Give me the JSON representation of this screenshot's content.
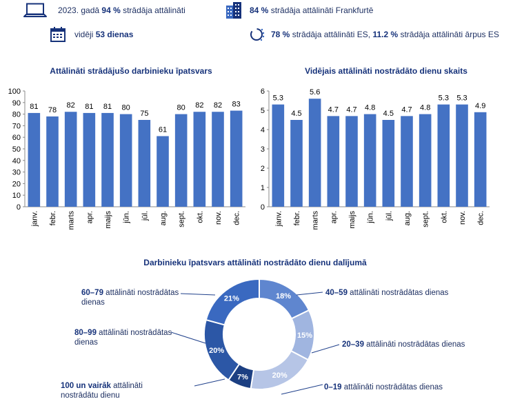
{
  "stats": {
    "remote_2023": {
      "pre": "2023. gadā ",
      "value": "94 %",
      "post": "  strādāja attālināti"
    },
    "frankfurt": {
      "value": "84 %",
      "post": "  strādāja attālināti Frankfurtē"
    },
    "average_days": {
      "pre": "vidēji ",
      "value": "53 dienas"
    },
    "eu": {
      "value1": "78 %",
      "mid": "  strādāja attālināti ES, ",
      "value2": "11.2 %",
      "post": "  strādāja attālināti ārpus ES"
    }
  },
  "icons": {
    "laptop": "laptop-icon",
    "building": "building-icon",
    "calendar": "calendar-icon",
    "globe": "eu-globe-icon"
  },
  "colors": {
    "bar": "#4472c4",
    "title": "#16327a"
  },
  "chart_data": [
    {
      "type": "bar",
      "title": "Attālināti strādājušo darbinieku īpatsvars",
      "categories": [
        "janv.",
        "febr.",
        "marts",
        "apr.",
        "maijs",
        "jūn.",
        "jūl.",
        "aug.",
        "sept.",
        "okt.",
        "nov.",
        "dec."
      ],
      "values": [
        81,
        78,
        82,
        81,
        81,
        80,
        75,
        61,
        80,
        82,
        82,
        83
      ],
      "data_labels": [
        "81",
        "78",
        "82",
        "81",
        "81",
        "80",
        "75",
        "61",
        "80",
        "82",
        "82",
        "83"
      ],
      "ylim": [
        0,
        100
      ],
      "yticks": [
        "0",
        "10",
        "20",
        "30",
        "40",
        "50",
        "60",
        "70",
        "80",
        "90",
        "100"
      ],
      "grid": false
    },
    {
      "type": "bar",
      "title": "Vidējais attālināti nostrādāto dienu skaits",
      "categories": [
        "janv.",
        "febr.",
        "marts",
        "apr.",
        "maijs",
        "jūn.",
        "jūl.",
        "aug.",
        "sept.",
        "okt.",
        "nov.",
        "dec."
      ],
      "values": [
        5.3,
        4.5,
        5.6,
        4.7,
        4.7,
        4.8,
        4.5,
        4.7,
        4.8,
        5.3,
        5.3,
        4.9
      ],
      "data_labels": [
        "5.3",
        "4.5",
        "5.6",
        "4.7",
        "4.7",
        "4.8",
        "4.5",
        "4.7",
        "4.8",
        "5.3",
        "5.3",
        "4.9"
      ],
      "ylim": [
        0,
        6
      ],
      "yticks": [
        "0",
        "1",
        "2",
        "3",
        "4",
        "5",
        "6"
      ],
      "grid": false
    },
    {
      "type": "pie",
      "donut": true,
      "title": "Darbinieku īpatsvars attālināti nostrādāto dienu dalījumā",
      "slices": [
        {
          "range": "0–19",
          "label": " attālināti nostrādātas dienas",
          "value": 20,
          "value_label": "20%",
          "color": "#b6c5e6"
        },
        {
          "range": "20–39",
          "label": " attālināti nostrādātas dienas",
          "value": 15,
          "value_label": "15%",
          "color": "#a0b5e0"
        },
        {
          "range": "40–59",
          "label": " attālināti nostrādātas dienas",
          "value": 18,
          "value_label": "18%",
          "color": "#5f86cf"
        },
        {
          "range": "60–79",
          "label": " attālināti nostrādātas dienas",
          "value": 21,
          "value_label": "21%",
          "color": "#3a69c0"
        },
        {
          "range": "80–99",
          "label": " attālināti nostrādātas dienas",
          "value": 20,
          "value_label": "20%",
          "color": "#2c57a6"
        },
        {
          "range": "100 un vairāk",
          "label": " attālināti nostrādātu dienu",
          "value": 7,
          "value_label": "7%",
          "color": "#1c3f82"
        }
      ]
    }
  ]
}
